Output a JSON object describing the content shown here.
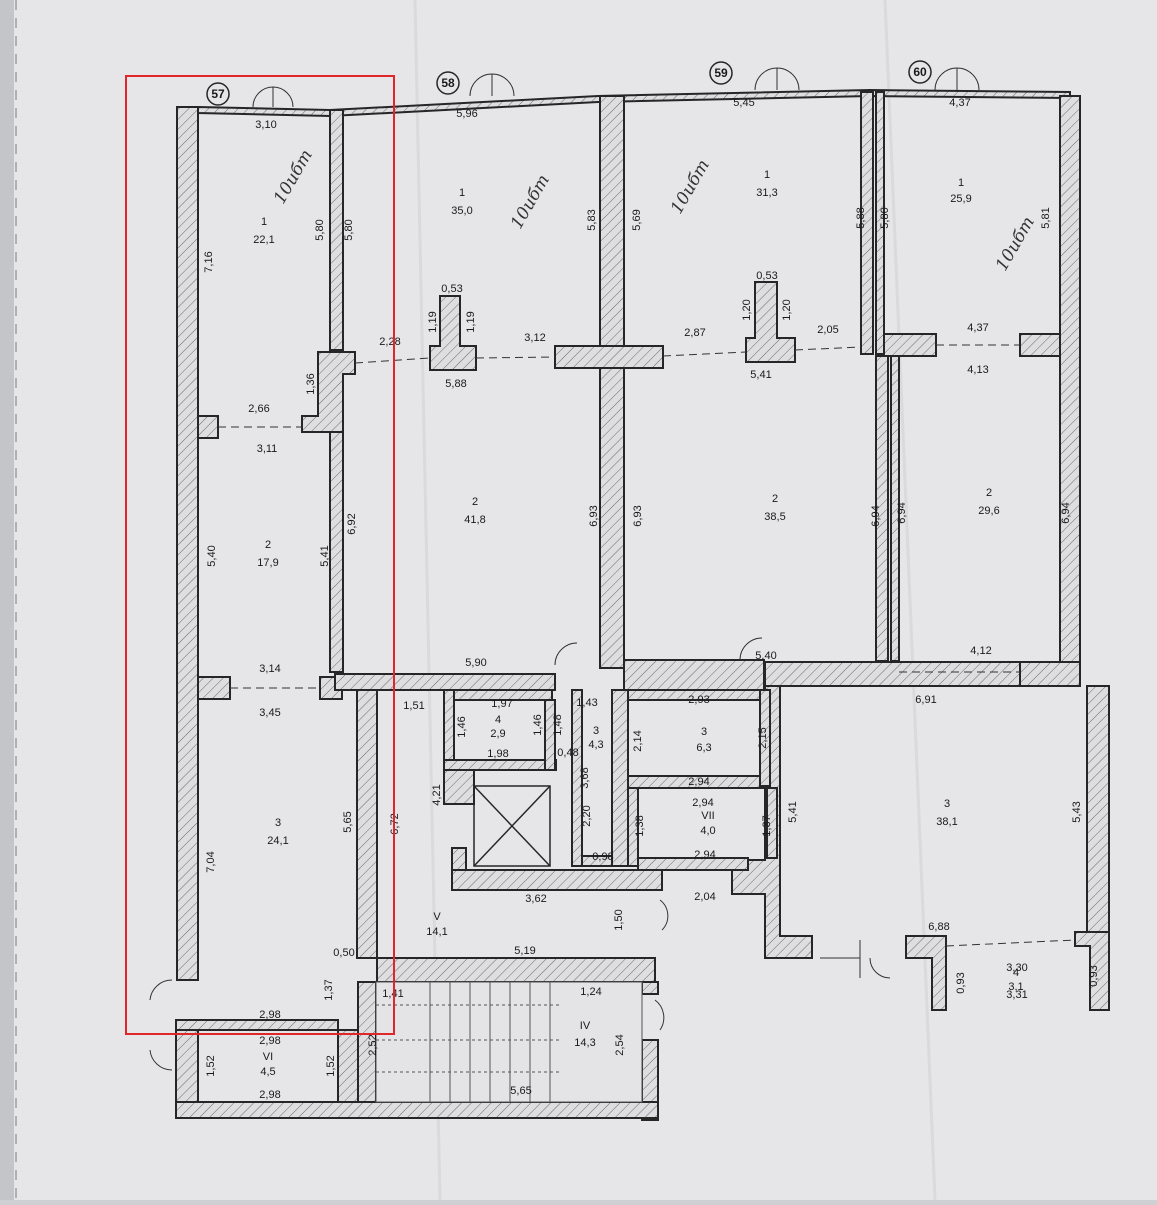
{
  "axes": [
    "57",
    "58",
    "59",
    "60"
  ],
  "handwritten_note": "10ибт",
  "units": {
    "u57": {
      "r1": {
        "num": "1",
        "area": "22,1"
      },
      "r2": {
        "num": "2",
        "area": "17,9"
      },
      "r3": {
        "num": "3",
        "area": "24,1"
      },
      "dims": [
        "3,10",
        "7,16",
        "5,80",
        "5,80",
        "2,28",
        "1,36",
        "2,66",
        "3,11",
        "5,40",
        "5,41",
        "6,92",
        "3,14",
        "3,45",
        "7,04",
        "5,65",
        "0,50",
        "1,37",
        "2,98"
      ]
    },
    "u58": {
      "r1": {
        "num": "1",
        "area": "35,0"
      },
      "r2": {
        "num": "2",
        "area": "41,8"
      },
      "dims": [
        "5,96",
        "5,83",
        "0,53",
        "1,19",
        "1,19",
        "3,12",
        "5,88",
        "6,93",
        "5,90"
      ]
    },
    "u59": {
      "r1": {
        "num": "1",
        "area": "31,3"
      },
      "r2": {
        "num": "2",
        "area": "38,5"
      },
      "r3": {
        "num": "3",
        "area": "6,3"
      },
      "dims": [
        "5,45",
        "5,69",
        "0,53",
        "1,20",
        "1,20",
        "2,87",
        "2,05",
        "5,41",
        "6,93",
        "6,94",
        "5,40",
        "2,93",
        "2,14",
        "2,15",
        "2,94"
      ]
    },
    "u60": {
      "r1": {
        "num": "1",
        "area": "25,9"
      },
      "r2": {
        "num": "2",
        "area": "29,6"
      },
      "r3": {
        "num": "3",
        "area": "38,1"
      },
      "r4": {
        "num": "4",
        "area": "3,1"
      },
      "dims": [
        "4,37",
        "5,88",
        "5,80",
        "5,81",
        "4,37",
        "4,13",
        "6,94",
        "6,94",
        "4,12",
        "6,91",
        "5,41",
        "5,43",
        "6,88",
        "3,30",
        "3,31",
        "0,93",
        "0,93"
      ]
    },
    "core": {
      "r4": {
        "num": "4",
        "area": "2,9"
      },
      "r3": {
        "num": "3",
        "area": "4,3"
      },
      "v": {
        "num": "V",
        "area": "14,1"
      },
      "vii": {
        "num": "VII",
        "area": "4,0"
      },
      "iv": {
        "num": "IV",
        "area": "14,3"
      },
      "vi": {
        "num": "VI",
        "area": "4,5"
      },
      "dims": [
        "1,51",
        "1,97",
        "1,46",
        "1,46",
        "1,48",
        "1,98",
        "0,48",
        "1,43",
        "3,68",
        "4,21",
        "2,20",
        "0,98",
        "6,72",
        "3,62",
        "1,50",
        "2,04",
        "5,19",
        "2,94",
        "1,38",
        "1,37",
        "2,94",
        "1,41",
        "1,24",
        "2,52",
        "2,54",
        "5,65",
        "2,98",
        "1,52",
        "1,52",
        "2,98"
      ]
    }
  },
  "colors": {
    "paper": "#e6e6e9",
    "wall_fill": "#d9d9dc",
    "line": "#262626",
    "highlight": "#e0262b"
  }
}
